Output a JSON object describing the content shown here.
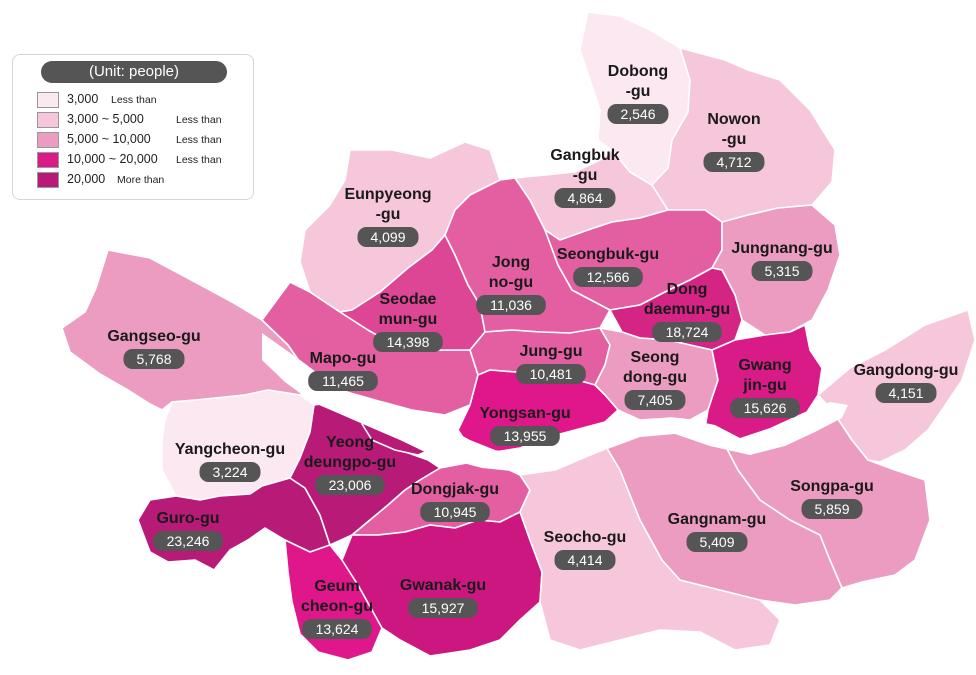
{
  "legend": {
    "title": "(Unit: people)",
    "items": [
      {
        "range": "3,000",
        "suffix": "Less than",
        "color": "#fbe8f0"
      },
      {
        "range": "3,000 ~ 5,000",
        "suffix": "Less than",
        "color": "#f6c6da"
      },
      {
        "range": "5,000 ~ 10,000",
        "suffix": "Less than",
        "color": "#ec9cc1"
      },
      {
        "range": "10,000 ~ 20,000",
        "suffix": "Less than",
        "color": "#d81b86"
      },
      {
        "range": "20,000",
        "suffix": "More than",
        "color": "#b81a78"
      }
    ]
  },
  "districts": [
    {
      "id": "dobong",
      "name": [
        "Dobong",
        "-gu"
      ],
      "value": "2,546",
      "color": "#fbe8f0"
    },
    {
      "id": "nowon",
      "name": [
        "Nowon",
        "-gu"
      ],
      "value": "4,712",
      "color": "#f6c6da"
    },
    {
      "id": "gangbuk",
      "name": [
        "Gangbuk",
        "-gu"
      ],
      "value": "4,864",
      "color": "#f6c6da"
    },
    {
      "id": "eunpyeong",
      "name": [
        "Eunpyeong",
        "-gu"
      ],
      "value": "4,099",
      "color": "#f6c6da"
    },
    {
      "id": "jongno",
      "name": [
        "Jong",
        "no-gu"
      ],
      "value": "11,036",
      "color": "#e45fa2"
    },
    {
      "id": "seongbuk",
      "name": [
        "Seongbuk-gu"
      ],
      "value": "12,566",
      "color": "#e45fa2"
    },
    {
      "id": "jungnang",
      "name": [
        "Jungnang-gu"
      ],
      "value": "5,315",
      "color": "#ec9cc1"
    },
    {
      "id": "dongdaemun",
      "name": [
        "Dong",
        "daemun-gu"
      ],
      "value": "18,724",
      "color": "#d42585"
    },
    {
      "id": "seodaemun",
      "name": [
        "Seodae",
        "mun-gu"
      ],
      "value": "14,398",
      "color": "#dd4694"
    },
    {
      "id": "gangseo",
      "name": [
        "Gangseo-gu"
      ],
      "value": "5,768",
      "color": "#ec9cc1"
    },
    {
      "id": "mapo",
      "name": [
        "Mapo-gu"
      ],
      "value": "11,465",
      "color": "#e45fa2"
    },
    {
      "id": "jung",
      "name": [
        "Jung-gu"
      ],
      "value": "10,481",
      "color": "#e45fa2"
    },
    {
      "id": "seongdong",
      "name": [
        "Seong",
        "dong-gu"
      ],
      "value": "7,405",
      "color": "#ec9cc1"
    },
    {
      "id": "gwangjin",
      "name": [
        "Gwang",
        "jin-gu"
      ],
      "value": "15,626",
      "color": "#d81b86"
    },
    {
      "id": "gangdong",
      "name": [
        "Gangdong-gu"
      ],
      "value": "4,151",
      "color": "#f6c6da"
    },
    {
      "id": "yongsan",
      "name": [
        "Yongsan-gu"
      ],
      "value": "13,955",
      "color": "#e0168b"
    },
    {
      "id": "yangcheon",
      "name": [
        "Yangcheon-gu"
      ],
      "value": "3,224",
      "color": "#fbe8f0"
    },
    {
      "id": "yeongdeungpo",
      "name": [
        "Yeong",
        "deungpo-gu"
      ],
      "value": "23,006",
      "color": "#b81a78"
    },
    {
      "id": "guro",
      "name": [
        "Guro-gu"
      ],
      "value": "23,246",
      "color": "#b81a78"
    },
    {
      "id": "dongjak",
      "name": [
        "Dongjak-gu"
      ],
      "value": "10,945",
      "color": "#e45fa2"
    },
    {
      "id": "geumcheon",
      "name": [
        "Geum",
        "cheon-gu"
      ],
      "value": "13,624",
      "color": "#e0168b"
    },
    {
      "id": "gwanak",
      "name": [
        "Gwanak-gu"
      ],
      "value": "15,927",
      "color": "#cc1781"
    },
    {
      "id": "seocho",
      "name": [
        "Seocho-gu"
      ],
      "value": "4,414",
      "color": "#f6c6da"
    },
    {
      "id": "gangnam",
      "name": [
        "Gangnam-gu"
      ],
      "value": "5,409",
      "color": "#ec9cc1"
    },
    {
      "id": "songpa",
      "name": [
        "Songpa-gu"
      ],
      "value": "5,859",
      "color": "#ec9cc1"
    }
  ]
}
